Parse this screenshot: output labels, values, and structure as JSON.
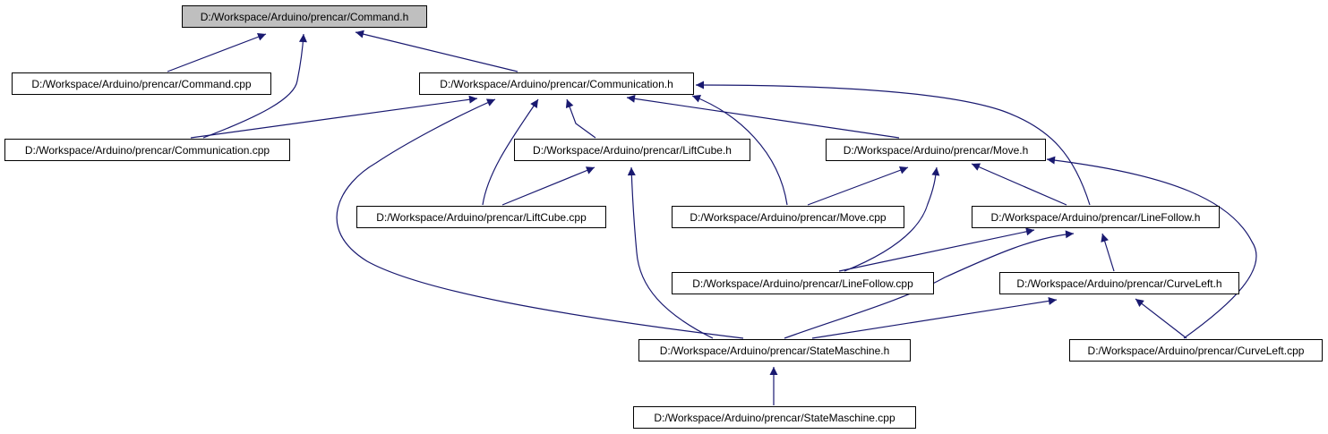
{
  "diagram": {
    "edge_color": "#191970",
    "root_fill": "#bfbfbf",
    "node_fill": "#ffffff",
    "nodes": [
      {
        "id": "command_h",
        "name": "node-command-h",
        "label": "D:/Workspace/Arduino/prencar/Command.h",
        "root": true
      },
      {
        "id": "command_cpp",
        "name": "node-command-cpp",
        "label": "D:/Workspace/Arduino/prencar/Command.cpp"
      },
      {
        "id": "communication_h",
        "name": "node-communication-h",
        "label": "D:/Workspace/Arduino/prencar/Communication.h"
      },
      {
        "id": "communication_cpp",
        "name": "node-communication-cpp",
        "label": "D:/Workspace/Arduino/prencar/Communication.cpp"
      },
      {
        "id": "liftcube_h",
        "name": "node-liftcube-h",
        "label": "D:/Workspace/Arduino/prencar/LiftCube.h"
      },
      {
        "id": "move_h",
        "name": "node-move-h",
        "label": "D:/Workspace/Arduino/prencar/Move.h"
      },
      {
        "id": "liftcube_cpp",
        "name": "node-liftcube-cpp",
        "label": "D:/Workspace/Arduino/prencar/LiftCube.cpp"
      },
      {
        "id": "move_cpp",
        "name": "node-move-cpp",
        "label": "D:/Workspace/Arduino/prencar/Move.cpp"
      },
      {
        "id": "linefollow_h",
        "name": "node-linefollow-h",
        "label": "D:/Workspace/Arduino/prencar/LineFollow.h"
      },
      {
        "id": "linefollow_cpp",
        "name": "node-linefollow-cpp",
        "label": "D:/Workspace/Arduino/prencar/LineFollow.cpp"
      },
      {
        "id": "curveleft_h",
        "name": "node-curveleft-h",
        "label": "D:/Workspace/Arduino/prencar/CurveLeft.h"
      },
      {
        "id": "statemaschine_h",
        "name": "node-statemaschine-h",
        "label": "D:/Workspace/Arduino/prencar/StateMaschine.h"
      },
      {
        "id": "curveleft_cpp",
        "name": "node-curveleft-cpp",
        "label": "D:/Workspace/Arduino/prencar/CurveLeft.cpp"
      },
      {
        "id": "statemaschine_cpp",
        "name": "node-statemaschine-cpp",
        "label": "D:/Workspace/Arduino/prencar/StateMaschine.cpp"
      }
    ],
    "edges": [
      {
        "from": "command_cpp",
        "to": "command_h"
      },
      {
        "from": "communication_h",
        "to": "command_h"
      },
      {
        "from": "communication_cpp",
        "to": "command_h"
      },
      {
        "from": "communication_cpp",
        "to": "communication_h"
      },
      {
        "from": "liftcube_h",
        "to": "communication_h"
      },
      {
        "from": "move_h",
        "to": "communication_h"
      },
      {
        "from": "liftcube_cpp",
        "to": "communication_h"
      },
      {
        "from": "move_cpp",
        "to": "communication_h"
      },
      {
        "from": "statemaschine_h",
        "to": "communication_h"
      },
      {
        "from": "linefollow_h",
        "to": "communication_h"
      },
      {
        "from": "liftcube_cpp",
        "to": "liftcube_h"
      },
      {
        "from": "statemaschine_h",
        "to": "liftcube_h"
      },
      {
        "from": "move_cpp",
        "to": "move_h"
      },
      {
        "from": "linefollow_h",
        "to": "move_h"
      },
      {
        "from": "linefollow_cpp",
        "to": "move_h"
      },
      {
        "from": "curveleft_cpp",
        "to": "move_h"
      },
      {
        "from": "linefollow_cpp",
        "to": "linefollow_h"
      },
      {
        "from": "statemaschine_h",
        "to": "linefollow_h"
      },
      {
        "from": "curveleft_h",
        "to": "linefollow_h"
      },
      {
        "from": "statemaschine_h",
        "to": "curveleft_h"
      },
      {
        "from": "curveleft_cpp",
        "to": "curveleft_h"
      },
      {
        "from": "statemaschine_cpp",
        "to": "statemaschine_h"
      }
    ]
  }
}
